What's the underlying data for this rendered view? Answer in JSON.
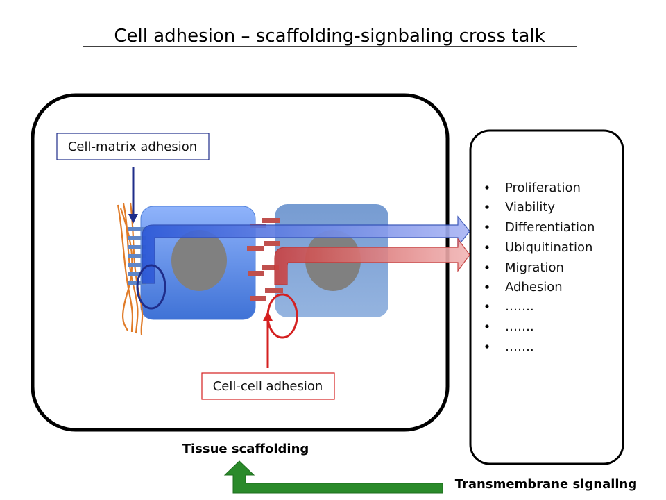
{
  "title": "Cell adhesion – scaffolding-signbaling cross talk",
  "labels": {
    "cell_matrix": "Cell-matrix adhesion",
    "cell_cell": "Cell-cell adhesion",
    "tissue_scaffolding": "Tissue scaffolding",
    "transmembrane_signaling": "Transmembrane signaling"
  },
  "outcomes": [
    "Proliferation",
    "Viability",
    "Differentiation",
    "Ubiquitination",
    "Migration",
    "Adhesion",
    "…….",
    "…….",
    "……."
  ],
  "colors": {
    "matrix_arrow": "#1f2d8a",
    "cell_arrow": "#d42020",
    "signal_arrow": "#1e7d1e",
    "fiber": "#e07b28",
    "junction": "#c0504d",
    "cell_left": "#5b8ff0",
    "cell_right": "#7aa0d6",
    "nucleus": "#808080"
  },
  "icons": {
    "bullet": "bullet-dot-icon"
  }
}
